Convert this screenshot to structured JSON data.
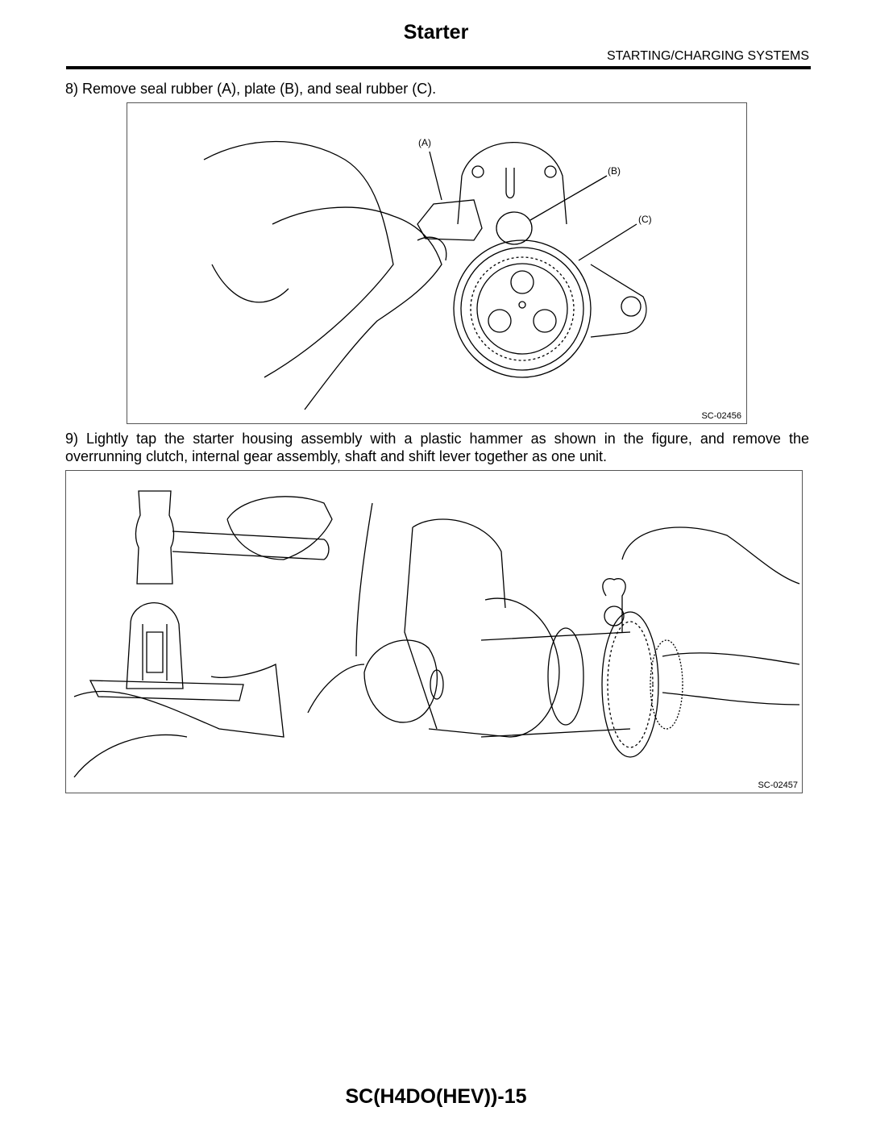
{
  "header": {
    "title": "Starter",
    "section": "STARTING/CHARGING SYSTEMS"
  },
  "steps": [
    {
      "text": "8) Remove seal rubber (A), plate (B), and seal rubber (C)."
    },
    {
      "text": "9) Lightly tap the starter housing assembly with a plastic hammer as shown in the figure, and remove the overrunning clutch, internal gear assembly, shaft and shift lever together as one unit."
    }
  ],
  "figures": [
    {
      "id": "SC-02456",
      "callouts": [
        "(A)",
        "(B)",
        "(C)"
      ]
    },
    {
      "id": "SC-02457"
    }
  ],
  "footer": {
    "page_code": "SC(H4DO(HEV))-15"
  }
}
